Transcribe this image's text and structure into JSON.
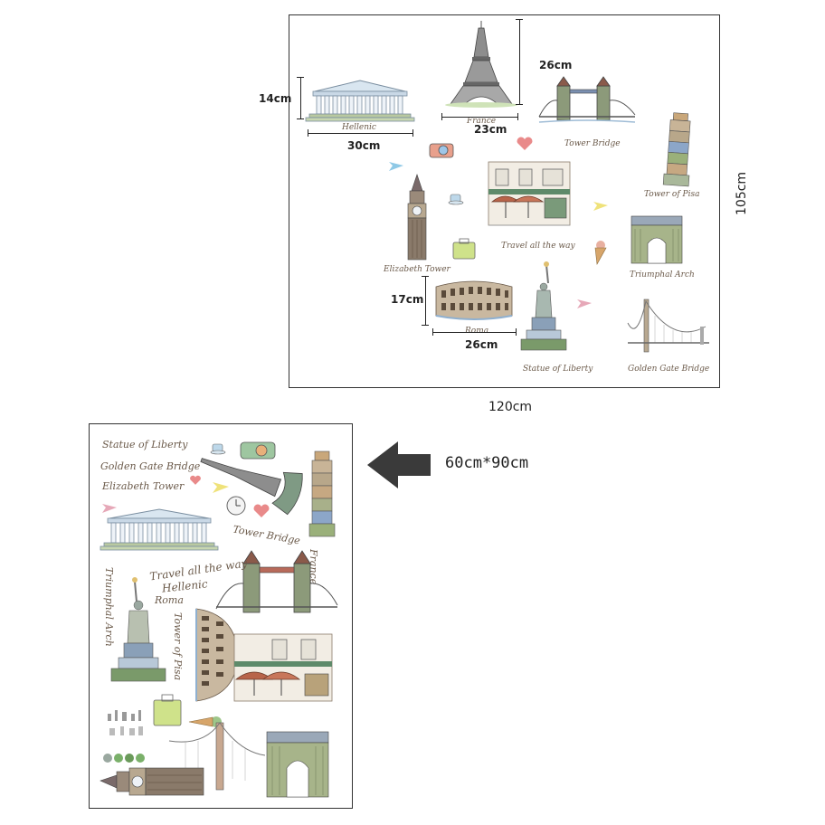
{
  "top_panel": {
    "width_label": "120cm",
    "height_label": "105cm",
    "hellenic": {
      "height": "14cm",
      "width": "30cm",
      "caption": "Hellenic"
    },
    "eiffel": {
      "height": "26cm",
      "width": "23cm",
      "caption": "France"
    },
    "colosseum": {
      "height": "17cm",
      "width": "26cm",
      "caption": "Roma"
    },
    "captions": {
      "tower_bridge": "Tower Bridge",
      "pisa": "Tower of Pisa",
      "travel": "Travel all the way",
      "elizabeth": "Elizabeth Tower",
      "arch": "Triumphal Arch",
      "liberty": "Statue of Liberty",
      "golden_gate": "Golden Gate Bridge"
    }
  },
  "bottom_panel": {
    "size_label": "60cm*90cm",
    "captions": {
      "liberty": "Statue of Liberty",
      "golden_gate": "Golden Gate Bridge",
      "elizabeth": "Elizabeth Tower",
      "tower_bridge": "Tower Bridge",
      "france": "France",
      "travel": "Travel all the way",
      "hellenic": "Hellenic",
      "roma": "Roma",
      "arch": "Triumphal Arch",
      "pisa": "Tower of Pisa"
    }
  },
  "colors": {
    "frame": "#333333",
    "arrow": "#3a3a3a",
    "script_text": "#6b5a4a",
    "heart": "#e98a8a",
    "plane_blue": "#8fc9e6",
    "plane_yellow": "#efe27a"
  }
}
